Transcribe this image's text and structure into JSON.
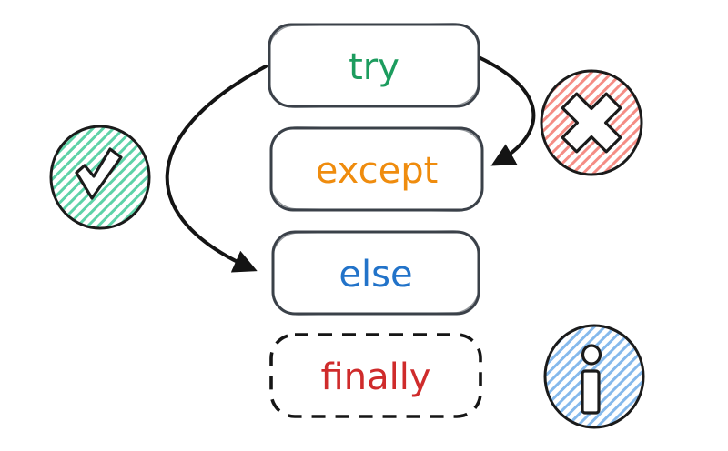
{
  "diagram": {
    "type": "flow-diagram",
    "background": "#ffffff",
    "nodes": [
      {
        "id": "try",
        "label": "try",
        "text_color": "#1c9c5e",
        "border_style": "solid"
      },
      {
        "id": "except",
        "label": "except",
        "text_color": "#ef8c0e",
        "border_style": "solid"
      },
      {
        "id": "else",
        "label": "else",
        "text_color": "#2273c9",
        "border_style": "solid"
      },
      {
        "id": "finally",
        "label": "finally",
        "text_color": "#cf2b2b",
        "border_style": "dashed"
      }
    ],
    "edges": [
      {
        "from": "try",
        "to": "except",
        "side": "right"
      },
      {
        "from": "try",
        "to": "else",
        "side": "left"
      }
    ],
    "badges": [
      {
        "id": "success",
        "icon": "check-icon",
        "hatch_color": "#5ed2a8",
        "position": "left"
      },
      {
        "id": "error",
        "icon": "x-icon",
        "hatch_color": "#f58d85",
        "position": "top-right"
      },
      {
        "id": "info",
        "icon": "info-icon",
        "hatch_color": "#85b9ec",
        "position": "bottom-right"
      }
    ],
    "colors": {
      "box_border": "#3b4149",
      "arrow": "#141414"
    }
  }
}
